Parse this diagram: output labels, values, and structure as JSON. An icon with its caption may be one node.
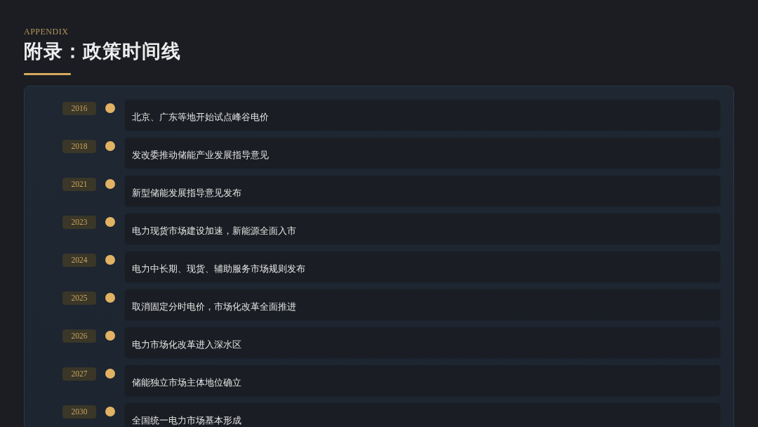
{
  "diagram": {
    "title": "附录：政策时间线",
    "nodes": [
      {
        "text": [],
        "shape": "box"
      },
      {
        "text": [
          "2016"
        ],
        "in": 0
      },
      {
        "text": [
          "北京、广东等地开始试点峰谷电价"
        ],
        "in": 0
      },
      {
        "text": [
          "2018"
        ],
        "in": 0
      },
      {
        "text": [
          "发改委推动储能产业发展指导意见"
        ],
        "in": 0
      },
      {
        "text": [
          "2021"
        ],
        "in": 0
      },
      {
        "text": [
          "新型储能发展指导意见发布"
        ],
        "in": 0
      },
      {
        "text": [
          "2023"
        ],
        "in": 0
      },
      {
        "text": [
          "电力现货市场建设加速，新能源全面入市"
        ],
        "in": 0
      },
      {
        "text": [
          "2024"
        ],
        "in": 0
      },
      {
        "text": [
          "电力中长期、现货、辅助服务市场规则发布"
        ],
        "in": 0
      },
      {
        "text": [
          "2025"
        ],
        "in": 0
      },
      {
        "text": [
          "取消固定分时电价，市场化改革全面推进"
        ],
        "in": 0
      },
      {
        "text": [
          "2026"
        ],
        "in": 0
      },
      {
        "text": [
          "电力市场化改革进入深水区"
        ],
        "in": 0
      },
      {
        "text": [
          "2027"
        ],
        "in": 0
      },
      {
        "text": [
          "储能独立市场主体地位确立"
        ],
        "in": 0
      },
      {
        "text": [
          "2030"
        ],
        "in": 0
      },
      {
        "text": [
          "全国统一电力市场基本形成"
        ],
        "in": 0
      }
    ],
    "labels": [
      "APPENDIX"
    ]
  }
}
